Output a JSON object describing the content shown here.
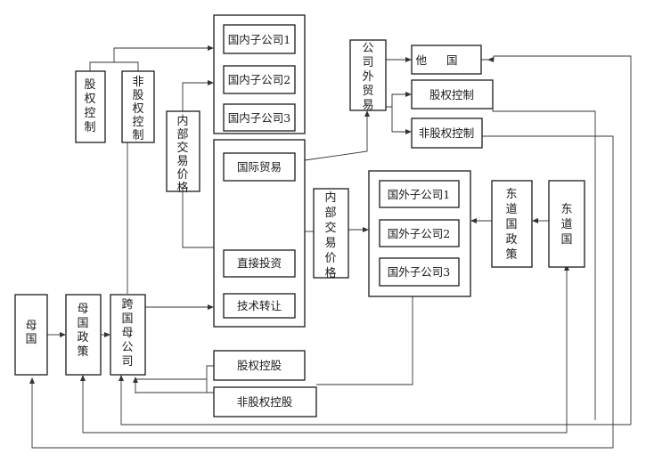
{
  "nodes": {
    "home_country": "母国",
    "home_policy": "母国政策",
    "mnc": "跨国母公司",
    "equity_control_left": "股权控制",
    "non_equity_control_left": "非股权控制",
    "internal_pricing_left": "内部交易价格",
    "domestic_sub_1": "国内子公司1",
    "domestic_sub_2": "国内子公司2",
    "domestic_sub_3": "国内子公司3",
    "intl_trade": "国际贸易",
    "direct_investment": "直接投资",
    "tech_transfer": "技术转让",
    "internal_pricing_mid": "内部交易价格",
    "foreign_sub_1": "国外子公司1",
    "foreign_sub_2": "国外子公司2",
    "foreign_sub_3": "国外子公司3",
    "host_policy": "东道国政策",
    "host_country": "东道国",
    "external_trade": "公司外贸易",
    "other_country": "他国",
    "equity_control_right": "股权控制",
    "non_equity_control_right": "非股权控制",
    "equity_holding": "股权控股",
    "non_equity_holding": "非股权控股"
  }
}
